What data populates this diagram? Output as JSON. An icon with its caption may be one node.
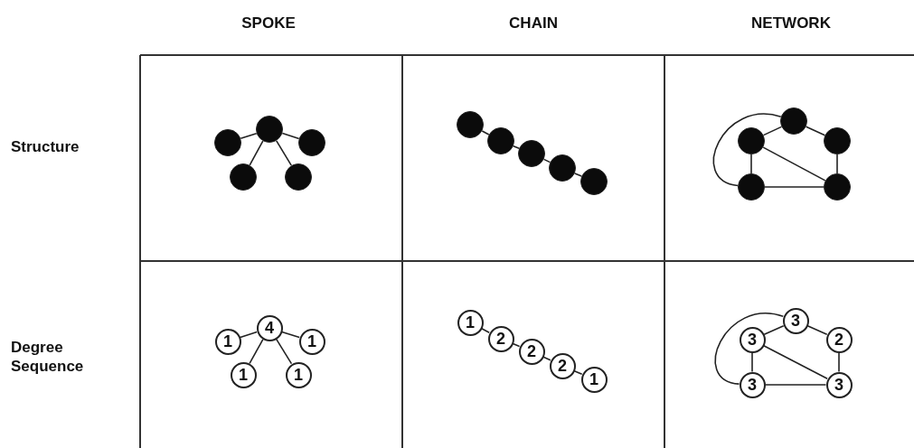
{
  "diagram": {
    "nodes": [
      {
        "text": [],
        "shape": "circle"
      },
      {
        "text": [],
        "shape": "circle"
      },
      {
        "text": [],
        "shape": "circle"
      },
      {
        "text": [],
        "shape": "circle"
      },
      {
        "text": [],
        "shape": "circle"
      },
      {
        "text": [],
        "shape": "circle"
      },
      {
        "text": [],
        "shape": "circle"
      },
      {
        "text": [],
        "shape": "circle"
      },
      {
        "text": [],
        "shape": "circle"
      },
      {
        "text": [],
        "shape": "circle"
      },
      {
        "text": [],
        "shape": "circle"
      },
      {
        "text": [],
        "shape": "circle"
      },
      {
        "text": [],
        "shape": "circle"
      },
      {
        "text": [],
        "shape": "circle"
      },
      {
        "text": [],
        "shape": "circle"
      },
      {
        "text": [
          "4"
        ]
      },
      {
        "text": [
          "1"
        ]
      },
      {
        "text": [
          "1"
        ]
      },
      {
        "text": [
          "1"
        ]
      },
      {
        "text": [
          "1"
        ]
      },
      {
        "text": [
          "1"
        ]
      },
      {
        "text": [
          "2"
        ]
      },
      {
        "text": [
          "2"
        ]
      },
      {
        "text": [
          "2"
        ]
      },
      {
        "text": [
          "1"
        ]
      },
      {
        "text": [
          "3"
        ]
      },
      {
        "text": [
          "3"
        ]
      },
      {
        "text": [
          "2"
        ]
      },
      {
        "text": [
          "3"
        ]
      },
      {
        "text": [
          "3"
        ]
      }
    ],
    "edges": [
      {
        "from": 0,
        "to": 1,
        "arrow": "none"
      },
      {
        "from": 0,
        "to": 2,
        "arrow": "none"
      },
      {
        "from": 0,
        "to": 3,
        "arrow": "none"
      },
      {
        "from": 0,
        "to": 4,
        "arrow": "none"
      },
      {
        "from": 5,
        "to": 6,
        "arrow": "none"
      },
      {
        "from": 6,
        "to": 7,
        "arrow": "none"
      },
      {
        "from": 7,
        "to": 8,
        "arrow": "none"
      },
      {
        "from": 8,
        "to": 9,
        "arrow": "none"
      },
      {
        "from": 10,
        "to": 11,
        "arrow": "none"
      },
      {
        "from": 10,
        "to": 12,
        "arrow": "none"
      },
      {
        "from": 11,
        "to": 13,
        "arrow": "none"
      },
      {
        "from": 11,
        "to": 14,
        "arrow": "none"
      },
      {
        "from": 12,
        "to": 14,
        "arrow": "none"
      },
      {
        "from": 13,
        "to": 14,
        "arrow": "none"
      },
      {
        "from": 10,
        "to": 13,
        "arrow": "none"
      },
      {
        "from": 15,
        "to": 16,
        "arrow": "none"
      },
      {
        "from": 15,
        "to": 17,
        "arrow": "none"
      },
      {
        "from": 15,
        "to": 18,
        "arrow": "none"
      },
      {
        "from": 15,
        "to": 19,
        "arrow": "none"
      },
      {
        "from": 20,
        "to": 21,
        "arrow": "none"
      },
      {
        "from": 21,
        "to": 22,
        "arrow": "none"
      },
      {
        "from": 22,
        "to": 23,
        "arrow": "none"
      },
      {
        "from": 23,
        "to": 24,
        "arrow": "none"
      },
      {
        "from": 25,
        "to": 26,
        "arrow": "none"
      },
      {
        "from": 25,
        "to": 27,
        "arrow": "none"
      },
      {
        "from": 26,
        "to": 28,
        "arrow": "none"
      },
      {
        "from": 26,
        "to": 29,
        "arrow": "none"
      },
      {
        "from": 27,
        "to": 29,
        "arrow": "none"
      },
      {
        "from": 28,
        "to": 29,
        "arrow": "none"
      },
      {
        "from": 25,
        "to": 28,
        "arrow": "none"
      }
    ],
    "labels": [
      "SPOKE",
      "CHAIN",
      "NETWORK",
      "Structure",
      "Degree Sequence"
    ]
  }
}
